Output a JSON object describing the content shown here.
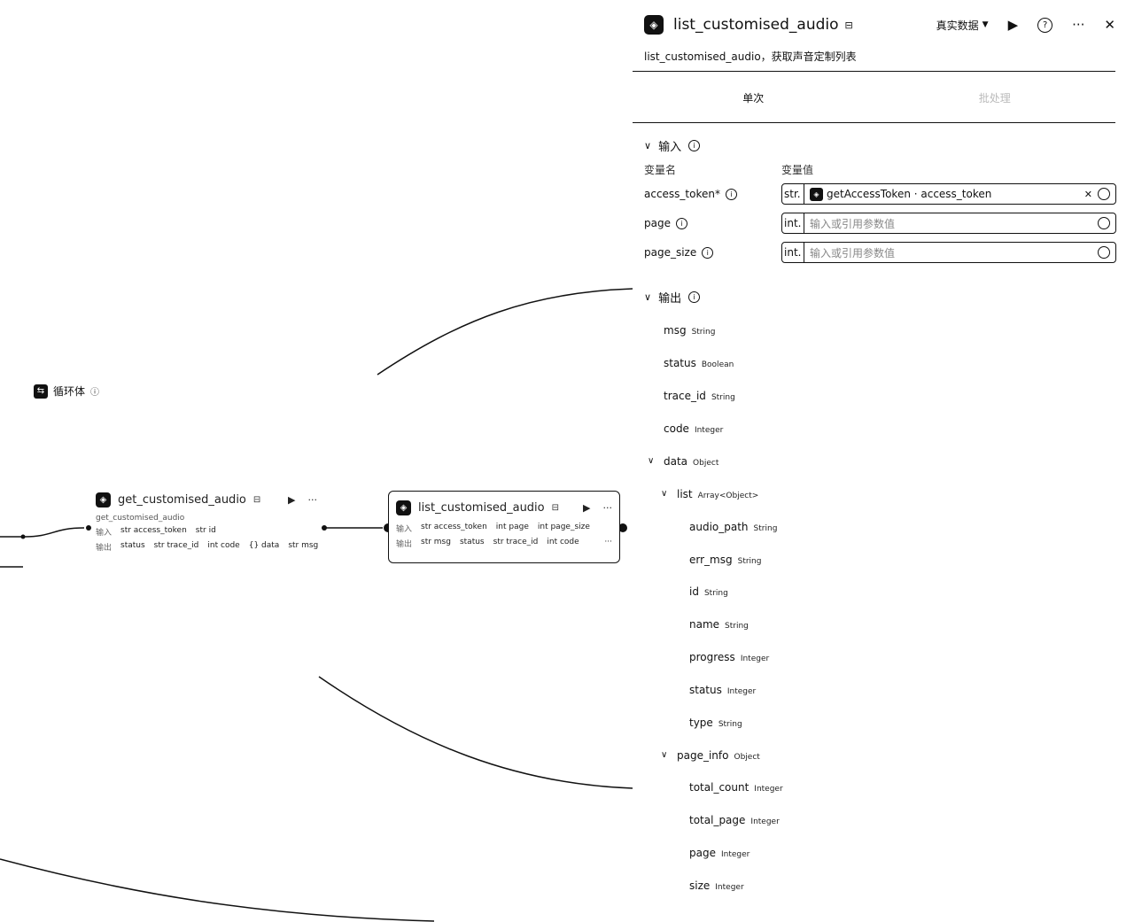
{
  "canvas": {
    "loop_label": "循环体",
    "node1": {
      "title": "get_customised_audio",
      "meta": "get_customised_audio",
      "input_label": "输入",
      "inputs": [
        "str access_token",
        "str id"
      ],
      "output_label": "输出",
      "outputs": [
        "status",
        "str trace_id",
        "int code",
        "{} data",
        "str msg"
      ]
    },
    "node2": {
      "title": "list_customised_audio",
      "input_label": "输入",
      "inputs": [
        "str access_token",
        "int page",
        "int page_size"
      ],
      "output_label": "输出",
      "outputs": [
        "str msg",
        "status",
        "str trace_id",
        "int code"
      ],
      "more": "···"
    }
  },
  "panel": {
    "title": "list_customised_audio",
    "mode": "真实数据",
    "description": "list_customised_audio，获取声音定制列表",
    "tabs": [
      "单次",
      "批处理"
    ],
    "input_section": "输入",
    "col_name": "变量名",
    "col_value": "变量值",
    "inputs": [
      {
        "name": "access_token*",
        "type": "str.",
        "value": "getAccessToken · access_token",
        "placeholder": ""
      },
      {
        "name": "page",
        "type": "int.",
        "value": "",
        "placeholder": "输入或引用参数值"
      },
      {
        "name": "page_size",
        "type": "int.",
        "value": "",
        "placeholder": "输入或引用参数值"
      }
    ],
    "output_section": "输出",
    "outputs": [
      {
        "name": "msg",
        "type": "String"
      },
      {
        "name": "status",
        "type": "Boolean"
      },
      {
        "name": "trace_id",
        "type": "String"
      },
      {
        "name": "code",
        "type": "Integer"
      },
      {
        "name": "data",
        "type": "Object"
      },
      {
        "name": "list",
        "type": "Array<Object>"
      },
      {
        "name": "audio_path",
        "type": "String"
      },
      {
        "name": "err_msg",
        "type": "String"
      },
      {
        "name": "id",
        "type": "String"
      },
      {
        "name": "name",
        "type": "String"
      },
      {
        "name": "progress",
        "type": "Integer"
      },
      {
        "name": "status",
        "type": "Integer"
      },
      {
        "name": "type",
        "type": "String"
      },
      {
        "name": "page_info",
        "type": "Object"
      },
      {
        "name": "total_count",
        "type": "Integer"
      },
      {
        "name": "total_page",
        "type": "Integer"
      },
      {
        "name": "page",
        "type": "Integer"
      },
      {
        "name": "size",
        "type": "Integer"
      }
    ]
  }
}
